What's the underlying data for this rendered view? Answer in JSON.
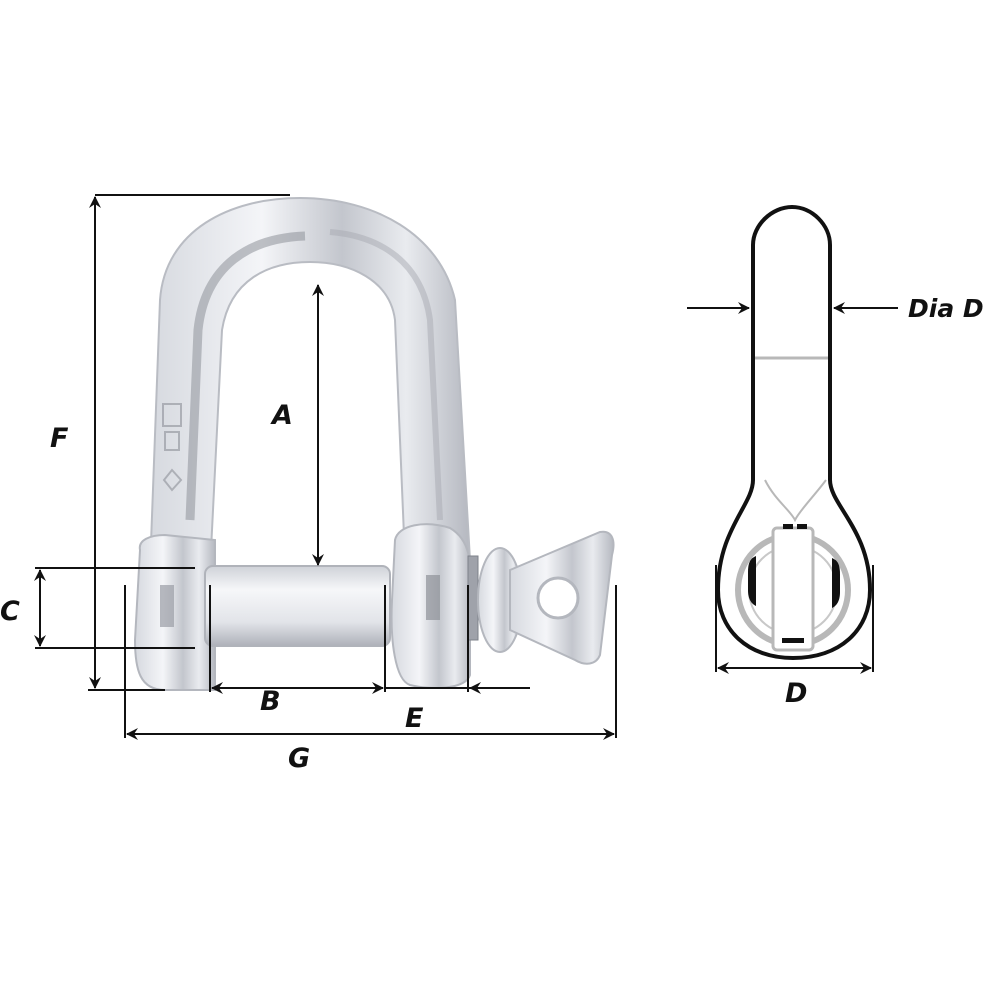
{
  "diagram": {
    "subject": "D-shackle dimension drawing",
    "views": [
      "front-view",
      "side-view"
    ],
    "colors": {
      "line": "#111111",
      "metal_light": "#eef0f4",
      "metal_mid": "#c9ccd3",
      "metal_dark": "#8e9199",
      "side_grey": "#b8b8b8"
    },
    "dimensions": {
      "A": "A",
      "B": "B",
      "C": "C",
      "D": "D",
      "dia_d": "Dia D",
      "E": "E",
      "F": "F",
      "G": "G"
    }
  }
}
